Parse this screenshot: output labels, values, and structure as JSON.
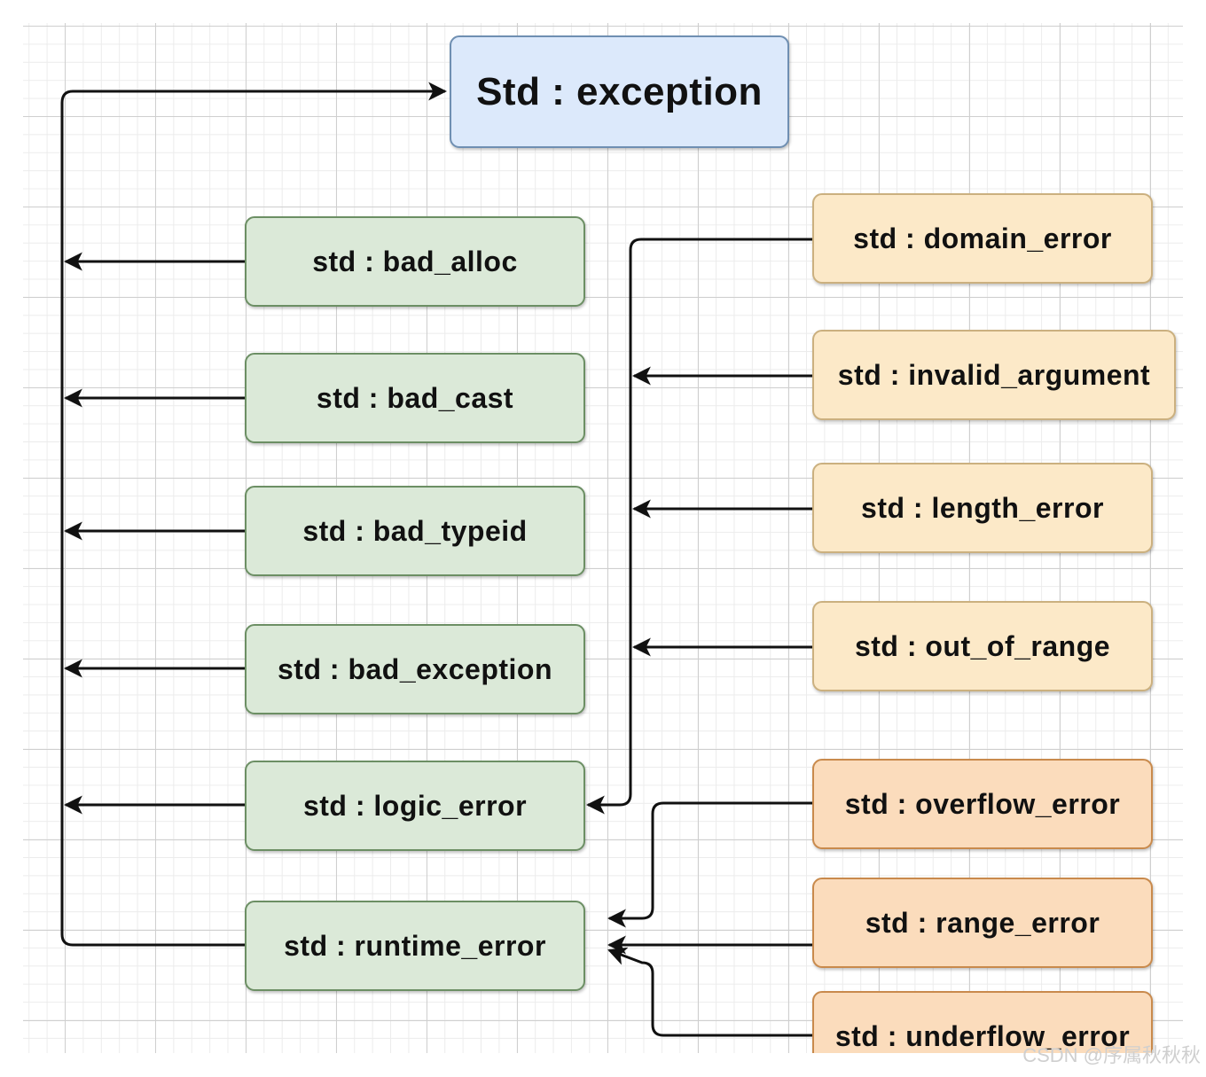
{
  "diagram": {
    "root": {
      "label": "Std : exception"
    },
    "left_nodes": [
      {
        "label": "std : bad_alloc"
      },
      {
        "label": "std : bad_cast"
      },
      {
        "label": "std : bad_typeid"
      },
      {
        "label": "std : bad_exception"
      },
      {
        "label": "std : logic_error"
      },
      {
        "label": "std : runtime_error"
      }
    ],
    "logic_children": [
      {
        "label": "std : domain_error"
      },
      {
        "label": "std : invalid_argument"
      },
      {
        "label": "std : length_error"
      },
      {
        "label": "std : out_of_range"
      }
    ],
    "runtime_children": [
      {
        "label": "std : overflow_error"
      },
      {
        "label": "std : range_error"
      },
      {
        "label": "std : underflow_error"
      }
    ],
    "colors": {
      "root_fill": "#dce9fb",
      "green_fill": "#dbe9d8",
      "yellow_fill": "#fce9c8",
      "orange_fill": "#fbdcbc",
      "arrow": "#111111"
    }
  },
  "watermark": "CSDN @序属秋秋秋"
}
